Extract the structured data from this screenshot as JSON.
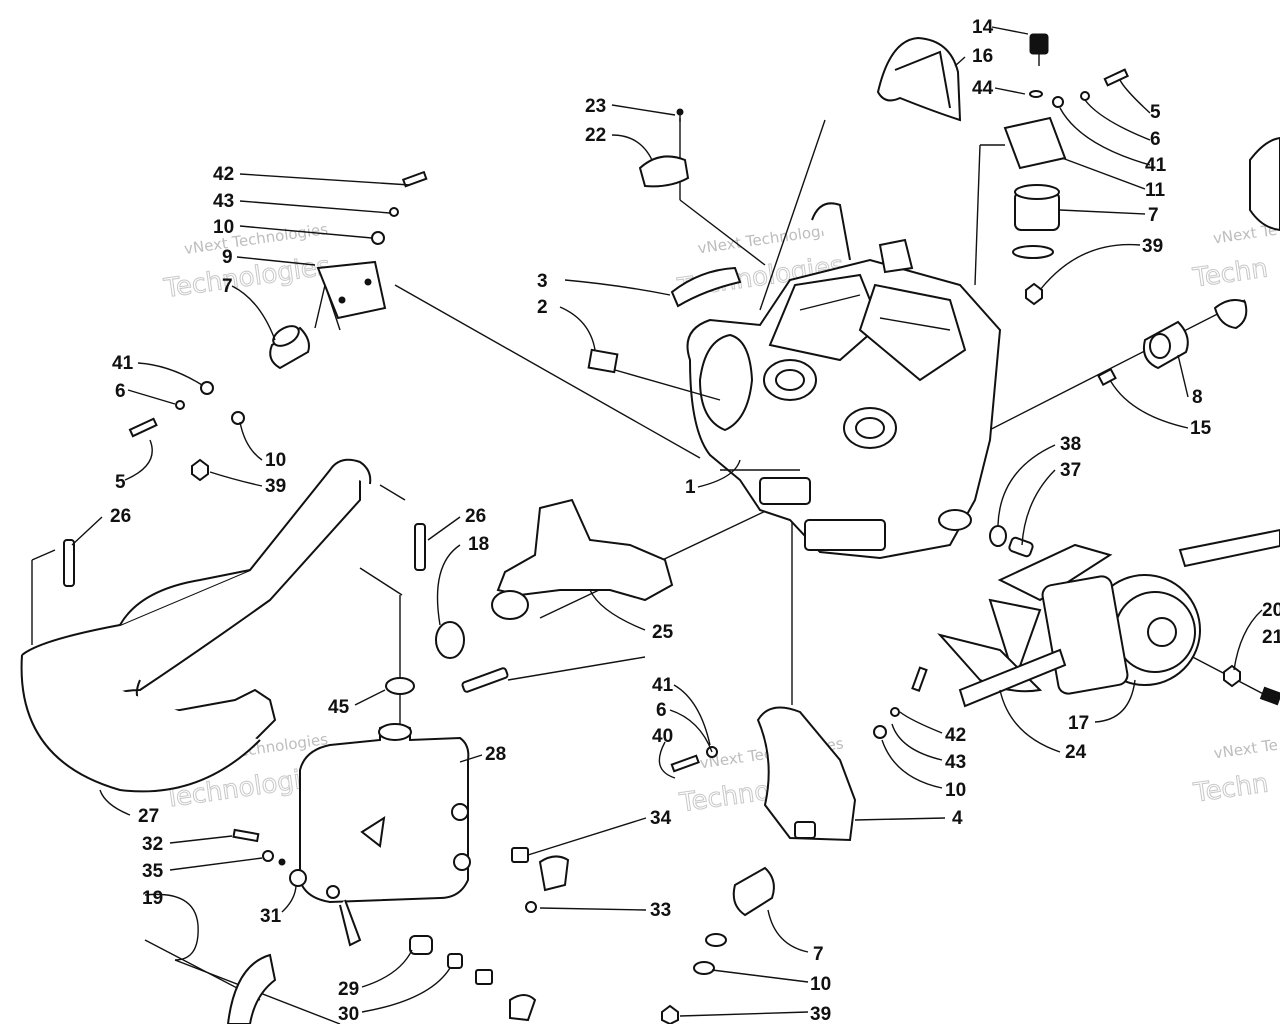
{
  "callouts": [
    "14",
    "16",
    "44",
    "5",
    "6",
    "41",
    "11",
    "7",
    "39",
    "23",
    "22",
    "42",
    "43",
    "10",
    "9",
    "7",
    "41",
    "6",
    "5",
    "10",
    "39",
    "3",
    "2",
    "1",
    "8",
    "15",
    "38",
    "37",
    "20",
    "21",
    "17",
    "24",
    "26",
    "18",
    "26",
    "25",
    "45",
    "28",
    "27",
    "32",
    "35",
    "19",
    "31",
    "29",
    "30",
    "34",
    "33",
    "41",
    "6",
    "40",
    "42",
    "43",
    "10",
    "4",
    "7",
    "10",
    "39"
  ],
  "watermarks": [
    {
      "line1": "vNext Technologies",
      "line2": "Technologies"
    },
    {
      "line1": "vNext Technologies",
      "line2": "Technologies"
    },
    {
      "line1": "vNext Technologies",
      "line2": "Technologies"
    },
    {
      "line1": "vNext Technologies",
      "line2": "Technologies"
    },
    {
      "line1": "vNext Te",
      "line2": "Techn"
    },
    {
      "line1": "vNext Te",
      "line2": "Techn"
    }
  ]
}
